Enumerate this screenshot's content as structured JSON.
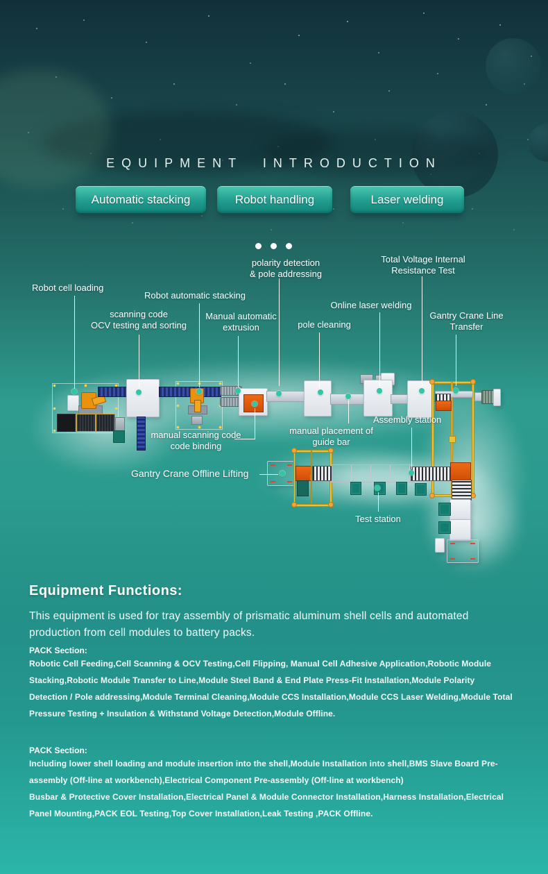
{
  "page": {
    "title": "EQUIPMENT INTRODUCTION"
  },
  "colors": {
    "accent_teal": "#2bb3a8",
    "button_gradient_top": "#49c9b2",
    "button_gradient_bottom": "#13857b",
    "callout_anchor_dot": "#2fc7a6",
    "gantry_yellow": "#e6c437",
    "machine_orange": "#e05a10",
    "conveyor_blue": "#3a4da8"
  },
  "tabs": [
    {
      "label": "Automatic stacking"
    },
    {
      "label": "Robot handling"
    },
    {
      "label": "Laser welding"
    }
  ],
  "diagram": {
    "callouts": {
      "robot_cell_loading": "Robot cell loading",
      "scanning_ocv": "scanning code\nOCV testing and sorting",
      "robot_automatic_stacking": "Robot automatic stacking",
      "manual_automatic_extrusion": "Manual automatic\nextrusion",
      "polarity_detection": "polarity detection\n& pole addressing",
      "pole_cleaning": "pole cleaning",
      "online_laser_welding": "Online laser welding",
      "total_voltage_test": "Total Voltage Internal\nResistance Test",
      "gantry_line_transfer": "Gantry Crane Line\nTransfer",
      "manual_scanning_binding": "manual scanning code\ncode binding",
      "manual_placement_guide_bar": "manual placement of\nguide bar",
      "assembly_station": "Assembly station",
      "gantry_offline_lifting": "Gantry Crane Offline Lifting",
      "test_station": "Test station"
    }
  },
  "functions": {
    "heading": "Equipment Functions:",
    "intro": "This equipment is used for tray assembly of prismatic aluminum shell cells and automated production from cell modules to battery packs.",
    "module_section_label": "PACK Section:",
    "module_section_text": "Robotic Cell Feeding,Cell Scanning & OCV Testing,Cell Flipping, Manual Cell Adhesive Application,Robotic Module Stacking,Robotic Module Transfer to Line,Module Steel Band & End Plate Press-Fit Installation,Module Polarity Detection / Pole addressing,Module Terminal Cleaning,Module CCS Installation,Module CCS Laser Welding,Module Total Pressure Testing + Insulation & Withstand Voltage Detection,Module Offline.",
    "pack_section_label": "PACK Section:",
    "pack_section_text": "Including lower shell loading and module insertion into the shell,Module Installation into shell,BMS Slave Board Pre-assembly (Off-line at workbench),Electrical Component Pre-assembly (Off-line at workbench)\nBusbar & Protective Cover Installation,Electrical Panel & Module Connector Installation,Harness Installation,Electrical Panel Mounting,PACK EOL Testing,Top Cover Installation,Leak Testing ,PACK Offline."
  }
}
